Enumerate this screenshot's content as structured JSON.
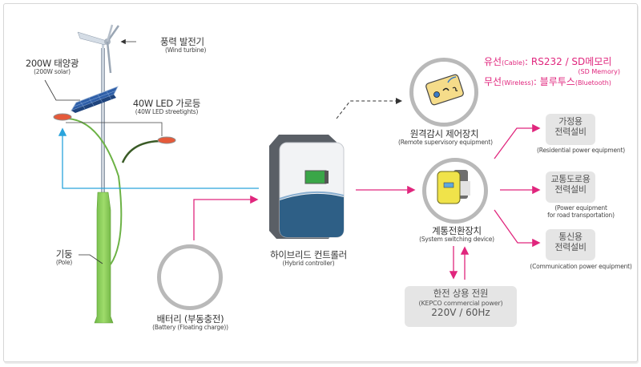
{
  "colors": {
    "accent_pink": "#e0267d",
    "line_blue": "#2aa4dc",
    "pole_green": "#8fcf5c",
    "box_grey": "#e5e5e5",
    "ring_grey": "#b9b9b9"
  },
  "pole": {
    "wind_turbine": {
      "ko": "풍력 발전기",
      "en": "(Wind turbine)"
    },
    "solar": {
      "ko": "200W 태양광",
      "en": "(200W solar)"
    },
    "streetlights": {
      "ko": "40W LED 가로등",
      "en": "(40W LED streetights)"
    },
    "pole": {
      "ko": "기둥",
      "en": "(Pole)"
    }
  },
  "battery": {
    "ko": "배터리 (부동충전)",
    "en": "(Battery (Floating charge))",
    "icon": "battery-bank-icon"
  },
  "controller": {
    "ko": "하이브리드 컨트롤러",
    "en": "(Hybrid controller)",
    "icon": "hybrid-controller-icon"
  },
  "remote": {
    "ko": "원격감시 제어장치",
    "en": "(Remote supervisory equipment)",
    "icon": "remote-monitor-icon"
  },
  "comms": {
    "cable_ko": "유선",
    "cable_en": "(Cable)",
    "cable_value": ": RS232 / SD메모리",
    "sd_en": "(SD Memory)",
    "wireless_ko": "무선",
    "wireless_en": "(Wireless)",
    "wireless_value_ko": ": 블루투스",
    "wireless_value_en": "(Bluetooth)"
  },
  "switching": {
    "ko": "계통전환장치",
    "en": "(System switching device)",
    "icon": "switching-device-icon"
  },
  "kepco": {
    "ko": "한전 상용 전원",
    "en": "(KEPCO commercial power)",
    "spec": "220V / 60Hz"
  },
  "outputs": [
    {
      "ko_line1": "가정용",
      "ko_line2": "전력설비",
      "en": "(Residential power equipment)"
    },
    {
      "ko_line1": "교통도로용",
      "ko_line2": "전력설비",
      "en_line1": "(Power equipment",
      "en_line2": "for road transportation)"
    },
    {
      "ko_line1": "통신용",
      "ko_line2": "전력설비",
      "en": "(Communication power equipment)"
    }
  ]
}
